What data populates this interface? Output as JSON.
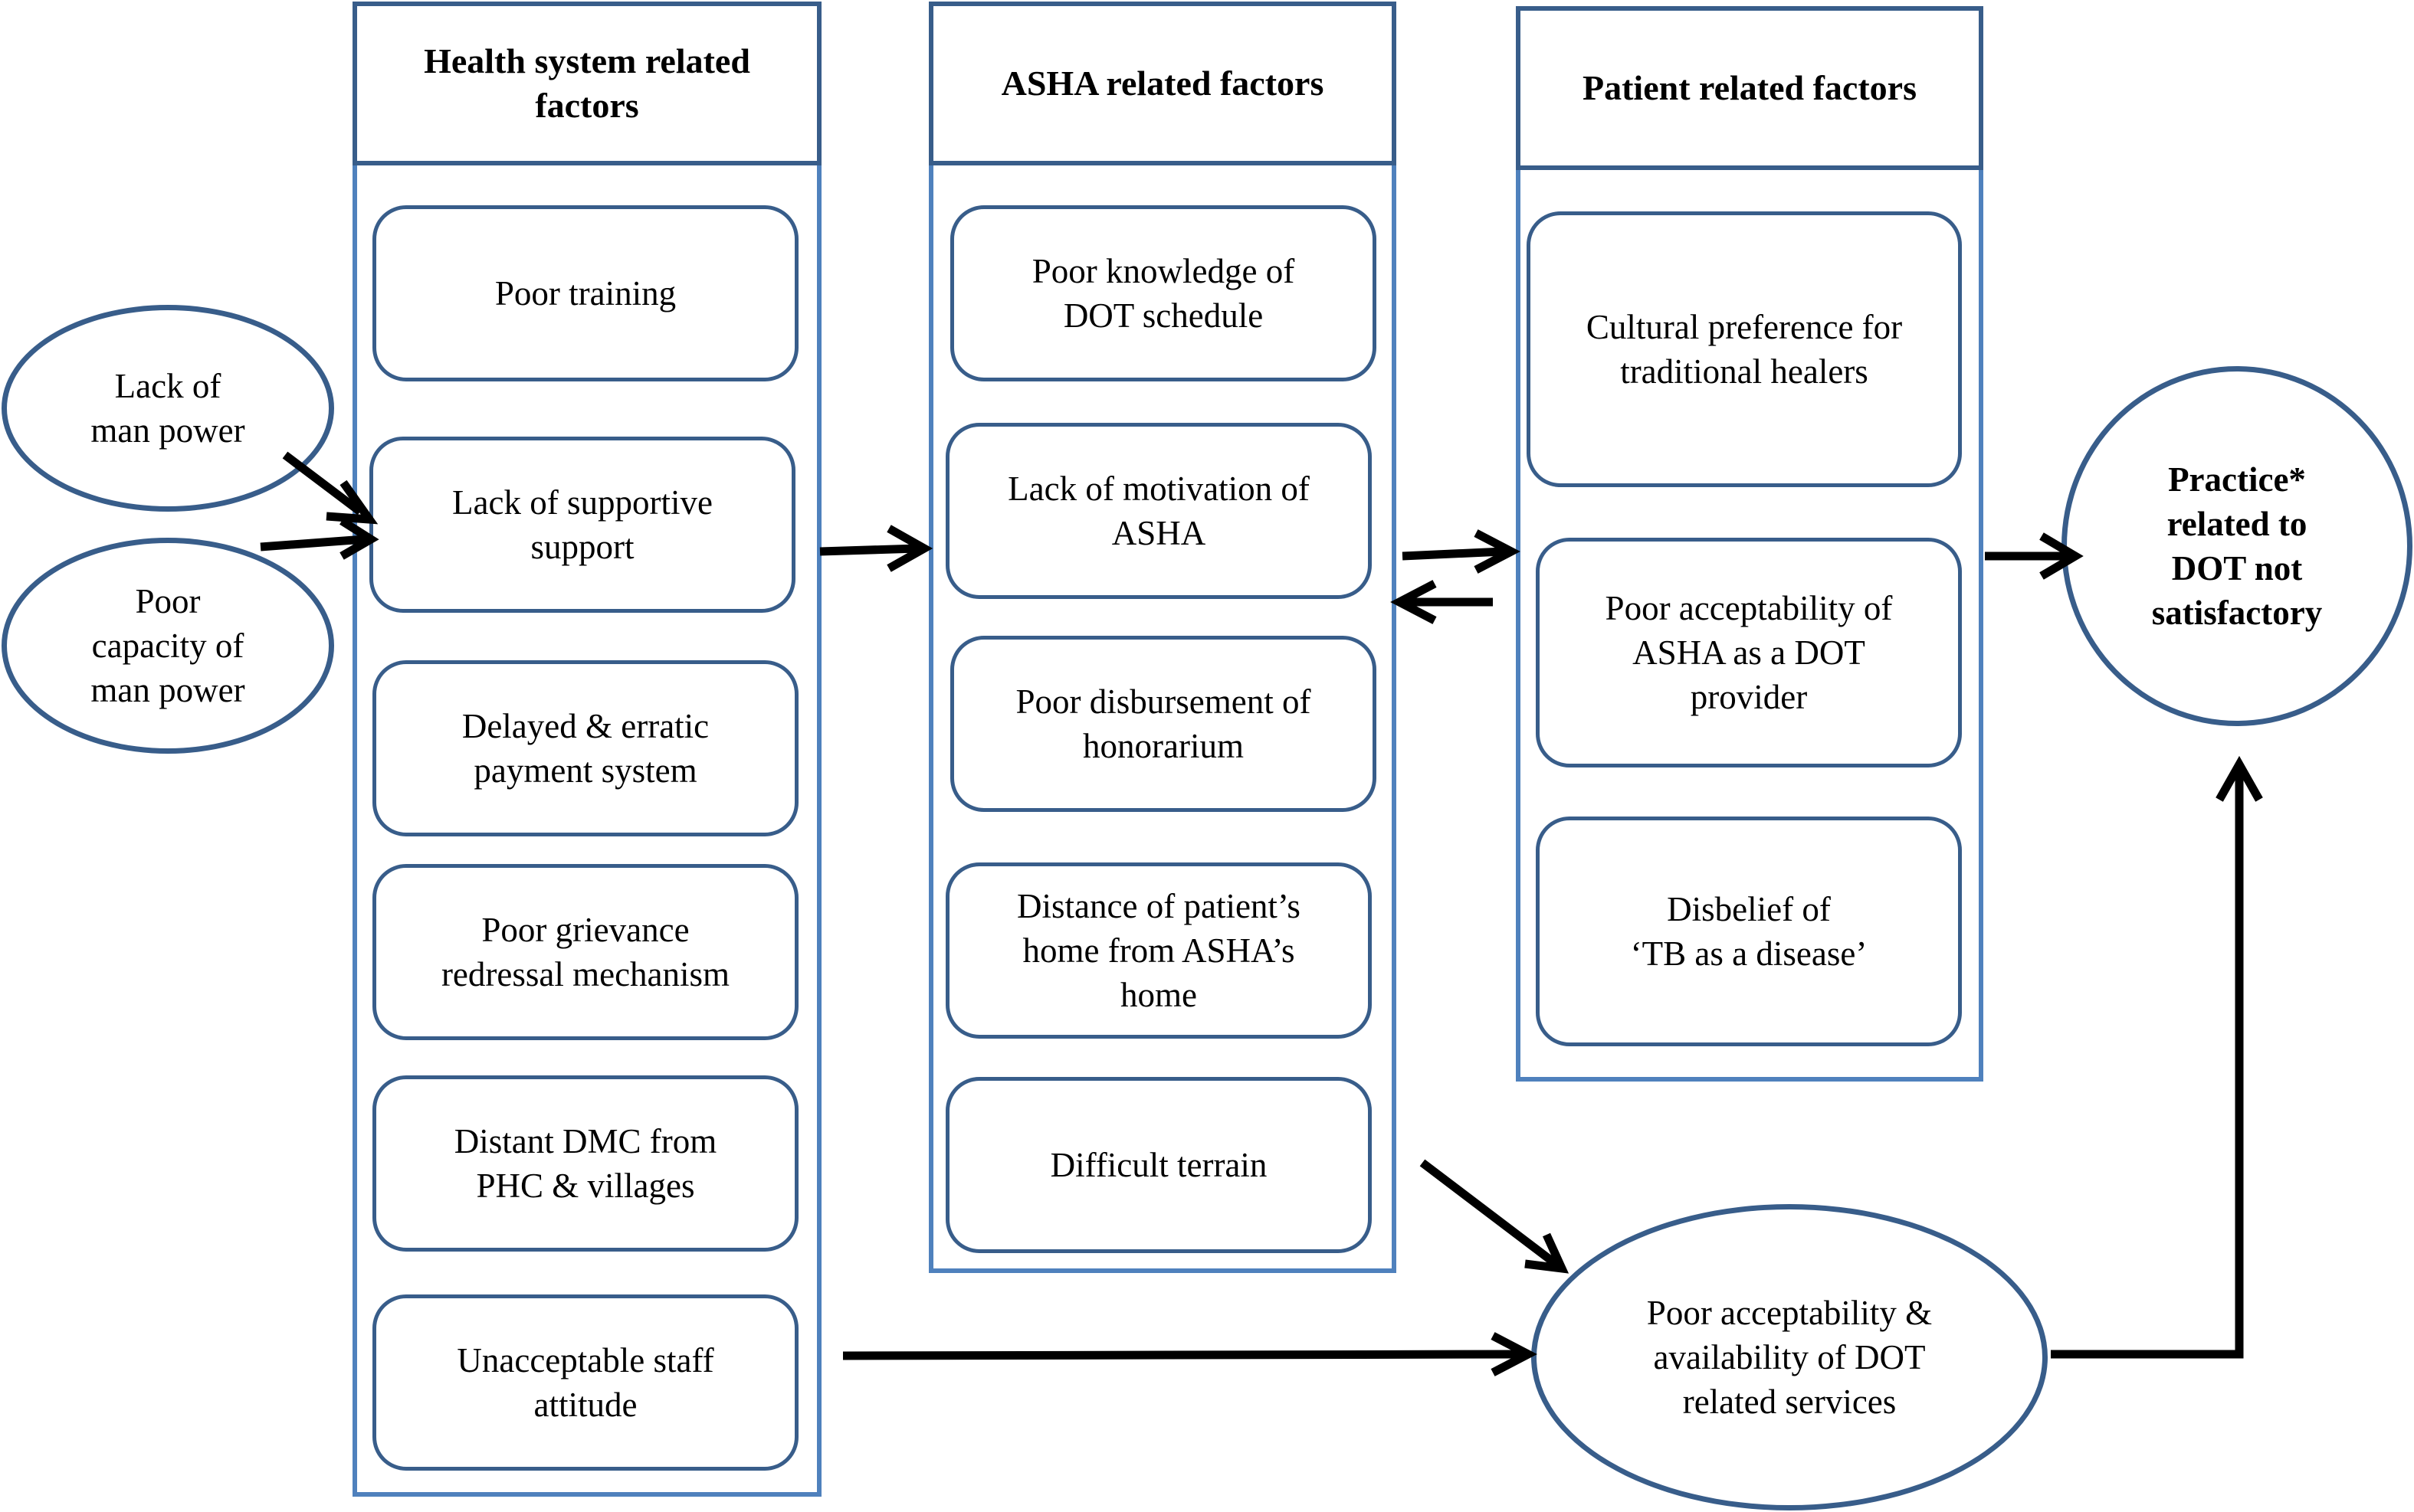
{
  "columns": {
    "health": {
      "title": "Health system related\nfactors",
      "items": [
        "Poor training",
        "Lack of supportive\nsupport",
        "Delayed & erratic\npayment system",
        "Poor grievance\nredressal mechanism",
        "Distant DMC from\nPHC & villages",
        "Unacceptable staff\nattitude"
      ]
    },
    "asha": {
      "title": "ASHA related factors",
      "items": [
        "Poor knowledge of\nDOT schedule",
        "Lack of motivation of\nASHA",
        "Poor disbursement of\nhonorarium",
        "Distance of patient’s\nhome from ASHA’s\nhome",
        "Difficult terrain"
      ]
    },
    "patient": {
      "title": "Patient related factors",
      "items": [
        "Cultural preference for\ntraditional healers",
        "Poor acceptability of\nASHA as a DOT\nprovider",
        "Disbelief of\n‘TB as a disease’"
      ]
    }
  },
  "inputs": {
    "lack_manpower": "Lack of\nman power",
    "poor_capacity": "Poor\ncapacity of\nman power"
  },
  "services": "Poor acceptability &\navailability of  DOT\nrelated services",
  "outcome": "Practice*\nrelated to\nDOT not\nsatisfactory",
  "colors": {
    "column_border": "#4f81bd",
    "box_border": "#385d8a",
    "arrow": "#000000"
  }
}
